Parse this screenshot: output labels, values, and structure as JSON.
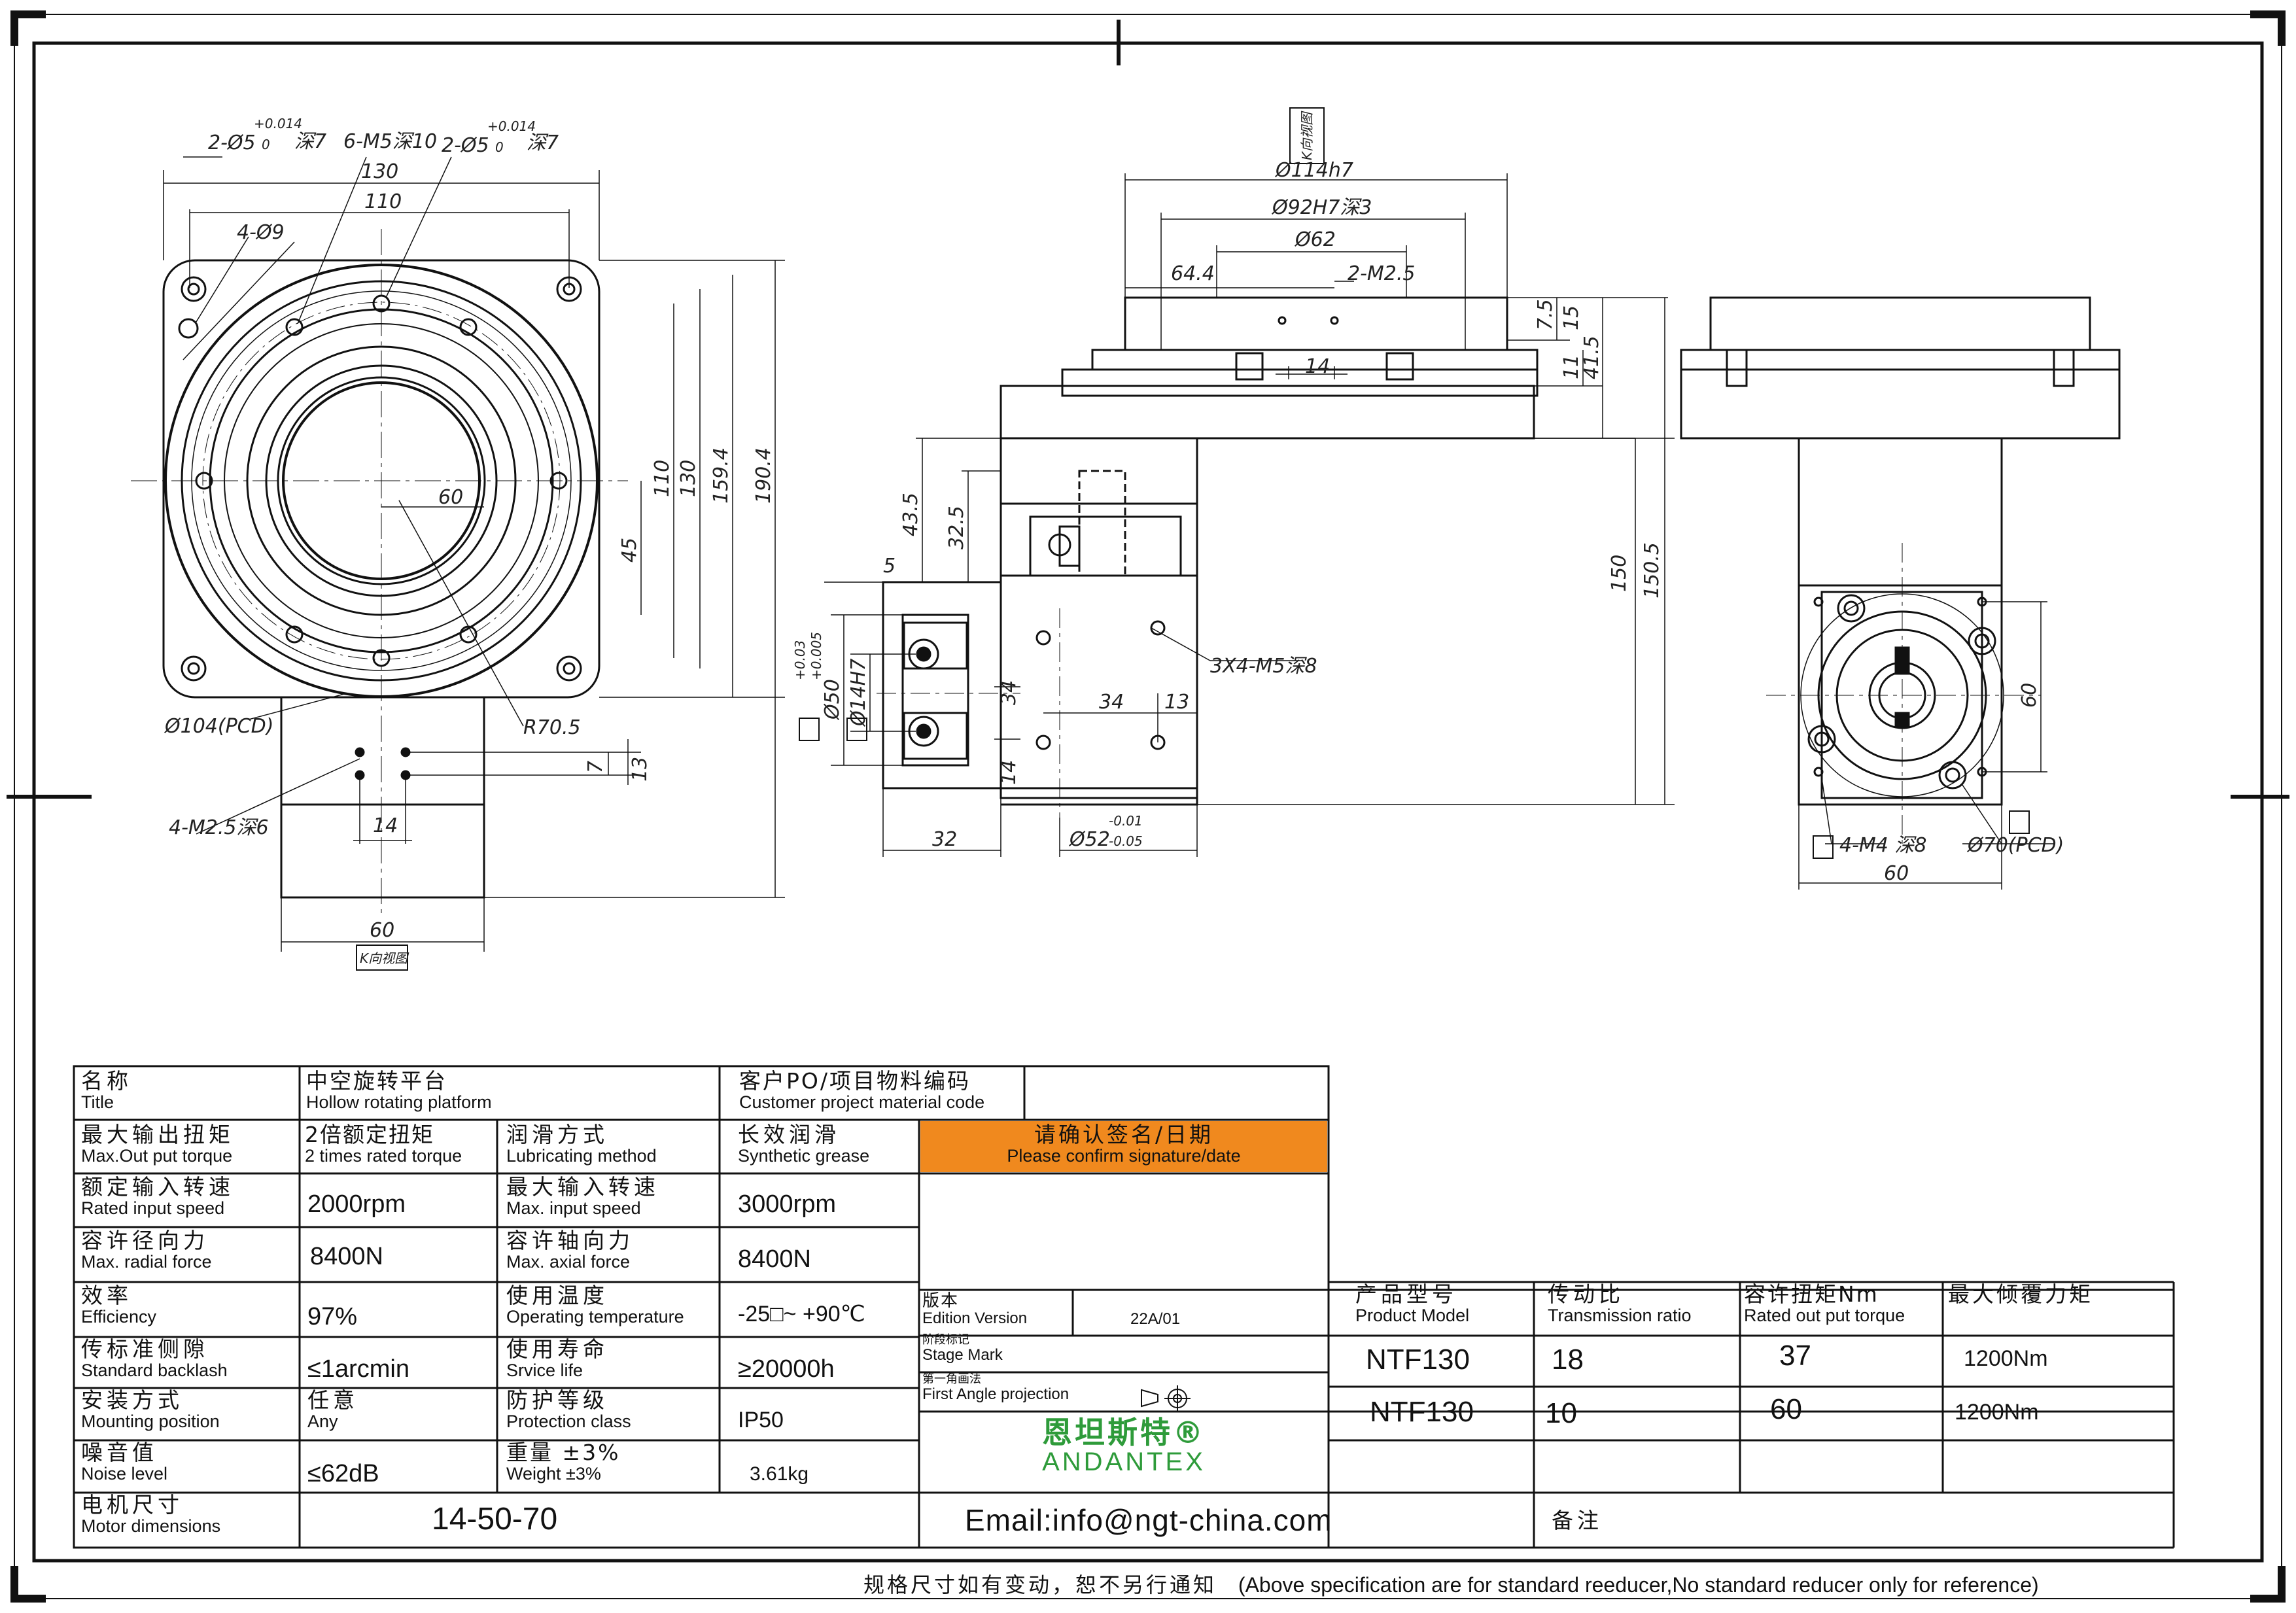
{
  "drawing": {
    "front_view": {
      "dims": [
        "2-Ø5",
        "+0.014",
        "0",
        "深7",
        "6-M5深10",
        "2-Ø5",
        "+0.014",
        "0",
        "深7",
        "130",
        "110",
        "4-Ø9",
        "60",
        "45",
        "110",
        "130",
        "159.4",
        "190.4",
        "Ø104(PCD)",
        "R70.5",
        "7",
        "13",
        "4-M2.5深6",
        "14",
        "60",
        "K向视图"
      ]
    },
    "side_view": {
      "dims": [
        "K向视图",
        "Ø114h7",
        "Ø92H7深3",
        "Ø62",
        "64.4",
        "2-M2.5",
        "7.5",
        "15",
        "14",
        "11",
        "41.5",
        "43.5",
        "32.5",
        "5",
        "Ø50",
        "+0.03",
        "+0.005",
        "Ø14H7",
        "34",
        "3X4-M5深8",
        "34",
        "13",
        "14",
        "32",
        "Ø52",
        "-0.01",
        "-0.05",
        "150",
        "150.5"
      ]
    },
    "rear_view": {
      "dims": [
        "60",
        "4-M4 深8",
        "Ø70(PCD)",
        "60"
      ]
    }
  },
  "table": {
    "title": {
      "cn": "名称",
      "en": "Title"
    },
    "title_value": {
      "cn": "中空旋转平台",
      "en": "Hollow rotating platform"
    },
    "customer": {
      "cn": "客户PO/项目物料编码",
      "en": "Customer project material code"
    },
    "rows": [
      {
        "l1cn": "最大输出扭矩",
        "l1en": "Max.Out put torque",
        "v1cn": "2倍额定扭矩",
        "v1en": "2 times rated torque",
        "l2cn": "润滑方式",
        "l2en": "Lubricating method",
        "v2cn": "长效润滑",
        "v2en": "Synthetic grease"
      },
      {
        "l1cn": "额定输入转速",
        "l1en": "Rated input speed",
        "v1": "2000rpm",
        "l2cn": "最大输入转速",
        "l2en": "Max. input speed",
        "v2": "3000rpm"
      },
      {
        "l1cn": "容许径向力",
        "l1en": "Max. radial force",
        "v1": "8400N",
        "l2cn": "容许轴向力",
        "l2en": "Max. axial force",
        "v2": "8400N"
      },
      {
        "l1cn": "效率",
        "l1en": "Efficiency",
        "v1": "97%",
        "l2cn": "使用温度",
        "l2en": "Operating temperature",
        "v2": "-25□~ +90℃"
      },
      {
        "l1cn": "传标准侧隙",
        "l1en": "Standard backlash",
        "v1": "≤1arcmin",
        "l2cn": "使用寿命",
        "l2en": "Srvice life",
        "v2": "≥20000h"
      },
      {
        "l1cn": "安装方式",
        "l1en": "Mounting position",
        "v1cn": "任意",
        "v1en": "Any",
        "l2cn": "防护等级",
        "l2en": "Protection class",
        "v2": "IP50"
      },
      {
        "l1cn": "噪音值",
        "l1en": "Noise level",
        "v1": "≤62dB",
        "l2cn": "重量 ±3%",
        "l2en": "Weight ±3%",
        "v2": "3.61kg"
      }
    ],
    "motor": {
      "cn": "电机尺寸",
      "en": "Motor dimensions",
      "value": "14-50-70"
    },
    "confirm": {
      "cn": "请确认签名/日期",
      "en": "Please confirm signature/date"
    },
    "edition": {
      "cn": "版本",
      "en": "Edition Version",
      "value": "22A/01"
    },
    "stage": {
      "cn": "阶段标记",
      "en": "Stage Mark"
    },
    "projection": {
      "cn": "第一角画法",
      "en": "First Angle projection"
    },
    "brand": {
      "cn": "恩坦斯特®",
      "en": "ANDANTEX"
    },
    "email": "Email:info@ngt-china.com",
    "remark": "备注",
    "model_header": [
      {
        "cn": "产品型号",
        "en": "Product Model"
      },
      {
        "cn": "传动比",
        "en": "Transmission ratio"
      },
      {
        "cn": "容许扭矩Nm",
        "en": "Rated out put torque"
      },
      {
        "cn": "最大倾覆力矩",
        "en": ""
      }
    ],
    "models": [
      {
        "model": "NTF130",
        "ratio": "18",
        "torque": "37",
        "moment": "1200Nm"
      },
      {
        "model": "NTF130",
        "ratio": "10",
        "torque": "60",
        "moment": "1200Nm"
      }
    ]
  },
  "footer": {
    "cn": "规格尺寸如有变动，恕不另行通知",
    "en": "(Above specification are for standard reeducer,No standard reducer only for reference)"
  },
  "colors": {
    "orange": "#f0891e",
    "brand_green": "#2e9b3a",
    "line": "#111111"
  }
}
